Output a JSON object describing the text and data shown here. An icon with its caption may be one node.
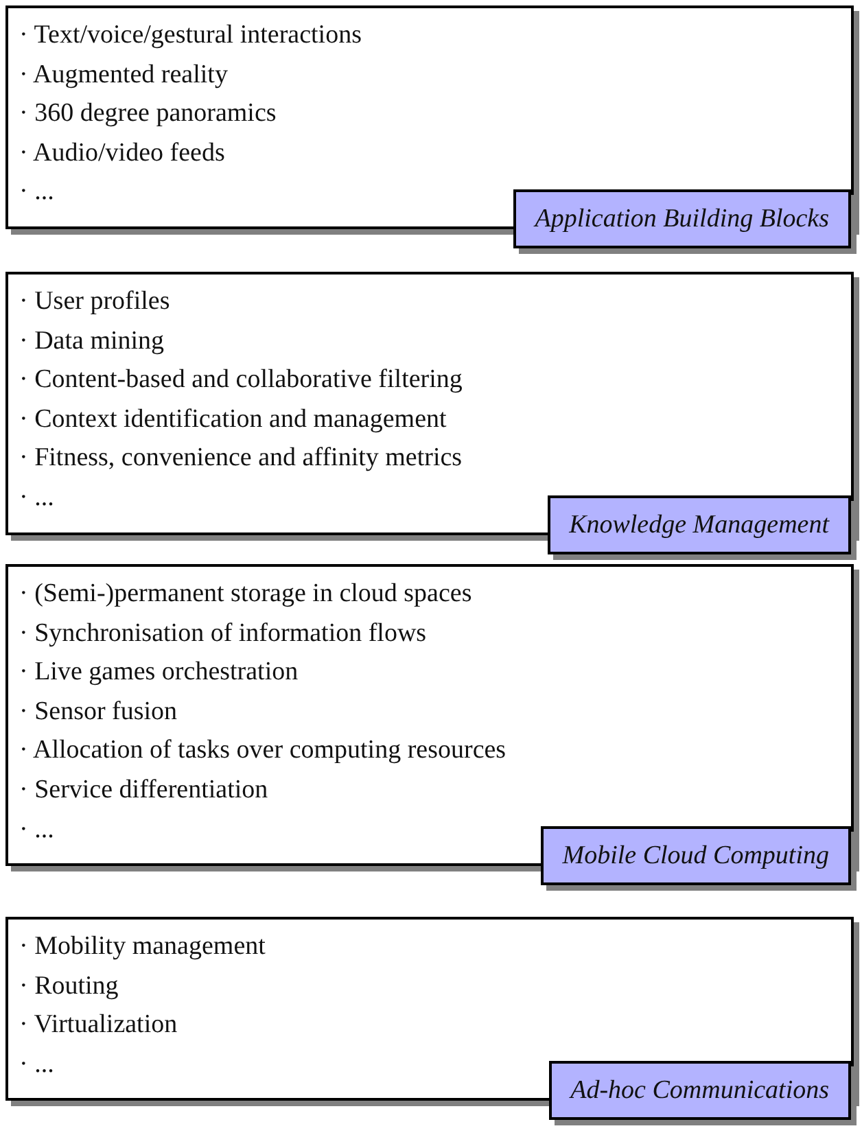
{
  "diagram": {
    "nodes": [
      {
        "text": [
          "· Text/voice/gestural interactions",
          "· Augmented reality",
          "· 360 degree panoramics",
          "· Audio/video feeds",
          "· ..."
        ]
      },
      {
        "text": [
          "Application Building Blocks"
        ]
      },
      {
        "text": [
          "· User profiles",
          "· Data mining",
          "· Content-based and collaborative filtering",
          "· Context identification and management",
          "· Fitness, convenience and affinity metrics",
          "· ..."
        ]
      },
      {
        "text": [
          "Knowledge Management"
        ]
      },
      {
        "text": [
          "· (Semi-)permanent storage in cloud spaces",
          "· Synchronisation of information flows",
          "· Live games orchestration",
          "· Sensor fusion",
          "· Allocation of tasks over computing resources",
          "· Service differentiation",
          "· ..."
        ]
      },
      {
        "text": [
          "Mobile Cloud Computing"
        ]
      },
      {
        "text": [
          "· Mobility management",
          "· Routing",
          "· Virtualization",
          "· ..."
        ]
      },
      {
        "text": [
          "Ad-hoc Communications"
        ]
      }
    ]
  }
}
